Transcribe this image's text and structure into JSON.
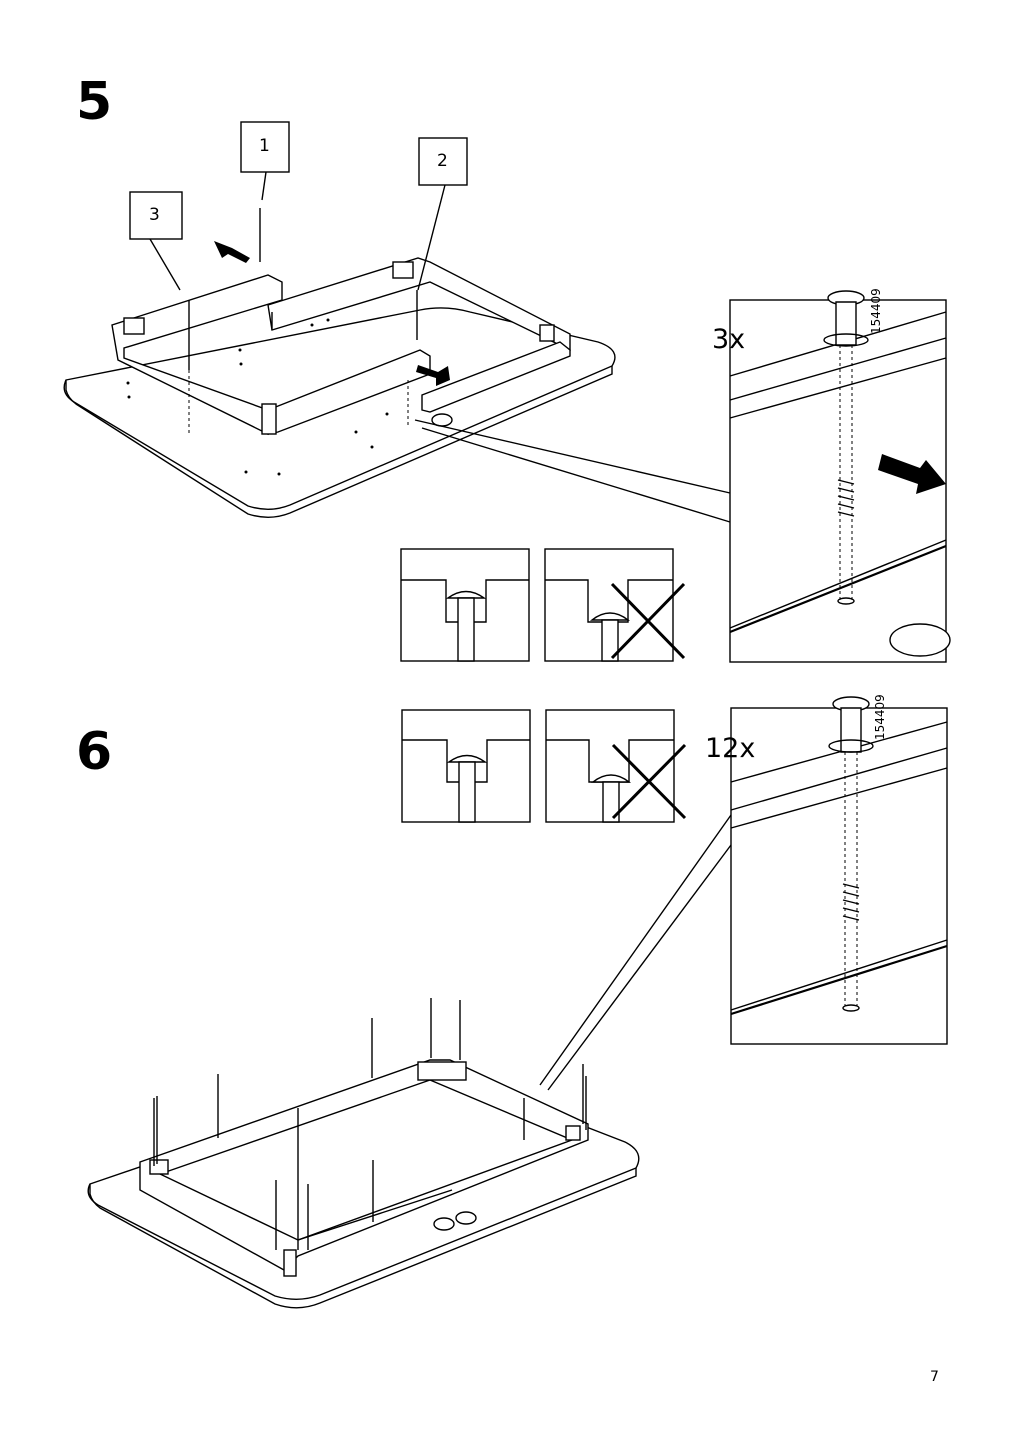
{
  "steps": [
    {
      "number": "5",
      "quantity": "3x",
      "part_code": "154409",
      "callouts": [
        "1",
        "2",
        "3"
      ]
    },
    {
      "number": "6",
      "quantity": "12x",
      "part_code": "154409"
    }
  ],
  "icons": [
    "arrow-icon",
    "cross-icon",
    "screw-icon"
  ],
  "page_number": "7"
}
